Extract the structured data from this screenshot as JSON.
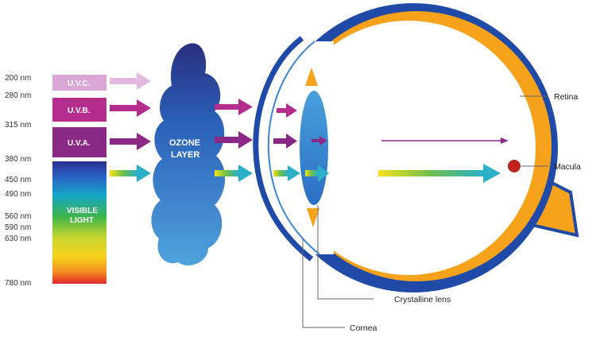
{
  "wavelengths": [
    "200 nm",
    "280 nm",
    "315 nm",
    "380 nm",
    "450 nm",
    "490 nm",
    "560 nm",
    "590 nm",
    "630 nm",
    "780 nm"
  ],
  "bands": {
    "uvc": "U.V.C.",
    "uvb": "U.V.B.",
    "uva": "U.V.A.",
    "visible_line1": "VISIBLE",
    "visible_line2": "LIGHT"
  },
  "ozone": {
    "line1": "OZONE",
    "line2": "LAYER"
  },
  "labels": {
    "retina": "Retina",
    "macula": "Macula",
    "lens": "Crystalline lens",
    "cornea": "Cornea"
  },
  "colors": {
    "uvc": "#d9a6d6",
    "uvb": "#b52d8c",
    "uva": "#8b2a86",
    "ozone": "#2a6fc4",
    "eye_outer": "#1f4aa8",
    "eye_orange": "#f7a21b",
    "macula": "#c0241e"
  }
}
